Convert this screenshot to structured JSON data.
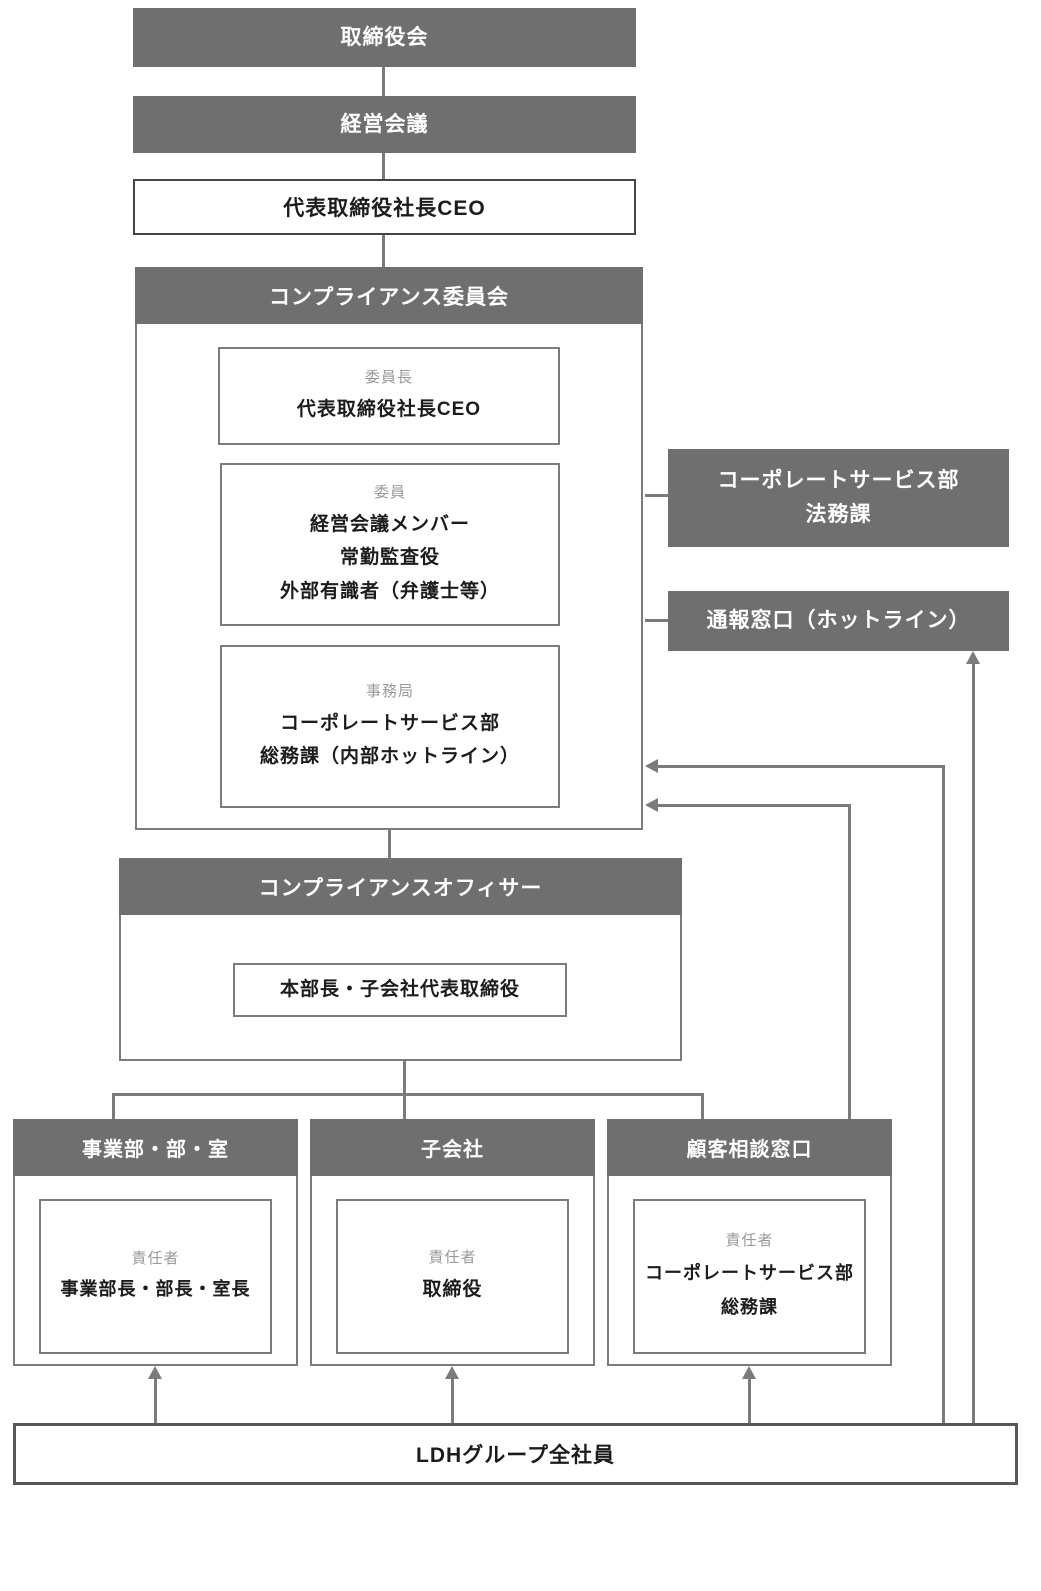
{
  "diagram": {
    "board": {
      "title": "取締役会"
    },
    "management_meeting": {
      "title": "経営会議"
    },
    "ceo": {
      "title": "代表取締役社長CEO"
    },
    "compliance_committee": {
      "title": "コンプライアンス委員会",
      "chair": {
        "label": "委員長",
        "value": "代表取締役社長CEO"
      },
      "members": {
        "label": "委員",
        "line1": "経営会議メンバー",
        "line2": "常勤監査役",
        "line3": "外部有識者（弁護士等）"
      },
      "secretariat": {
        "label": "事務局",
        "line1": "コーポレートサービス部",
        "line2": "総務課（内部ホットライン）"
      }
    },
    "legal_section": {
      "line1": "コーポレートサービス部",
      "line2": "法務課"
    },
    "hotline": {
      "title": "通報窓口（ホットライン）"
    },
    "compliance_officer": {
      "title": "コンプライアンスオフィサー",
      "inner": "本部長・子会社代表取締役"
    },
    "business_division": {
      "title": "事業部・部・室",
      "label": "責任者",
      "value": "事業部長・部長・室長"
    },
    "subsidiary": {
      "title": "子会社",
      "label": "責任者",
      "value": "取締役"
    },
    "customer_desk": {
      "title": "顧客相談窓口",
      "label": "責任者",
      "line1": "コーポレートサービス部",
      "line2": "総務課"
    },
    "employees": {
      "title": "LDHグループ全社員"
    },
    "colors": {
      "header_fill": "#6f6f6f",
      "connector_line": "#7b7b7b",
      "box_border": "#7c7c7c",
      "label_text": "#9a9a9a",
      "value_text": "#1c1c1c",
      "background": "#ffffff"
    }
  }
}
